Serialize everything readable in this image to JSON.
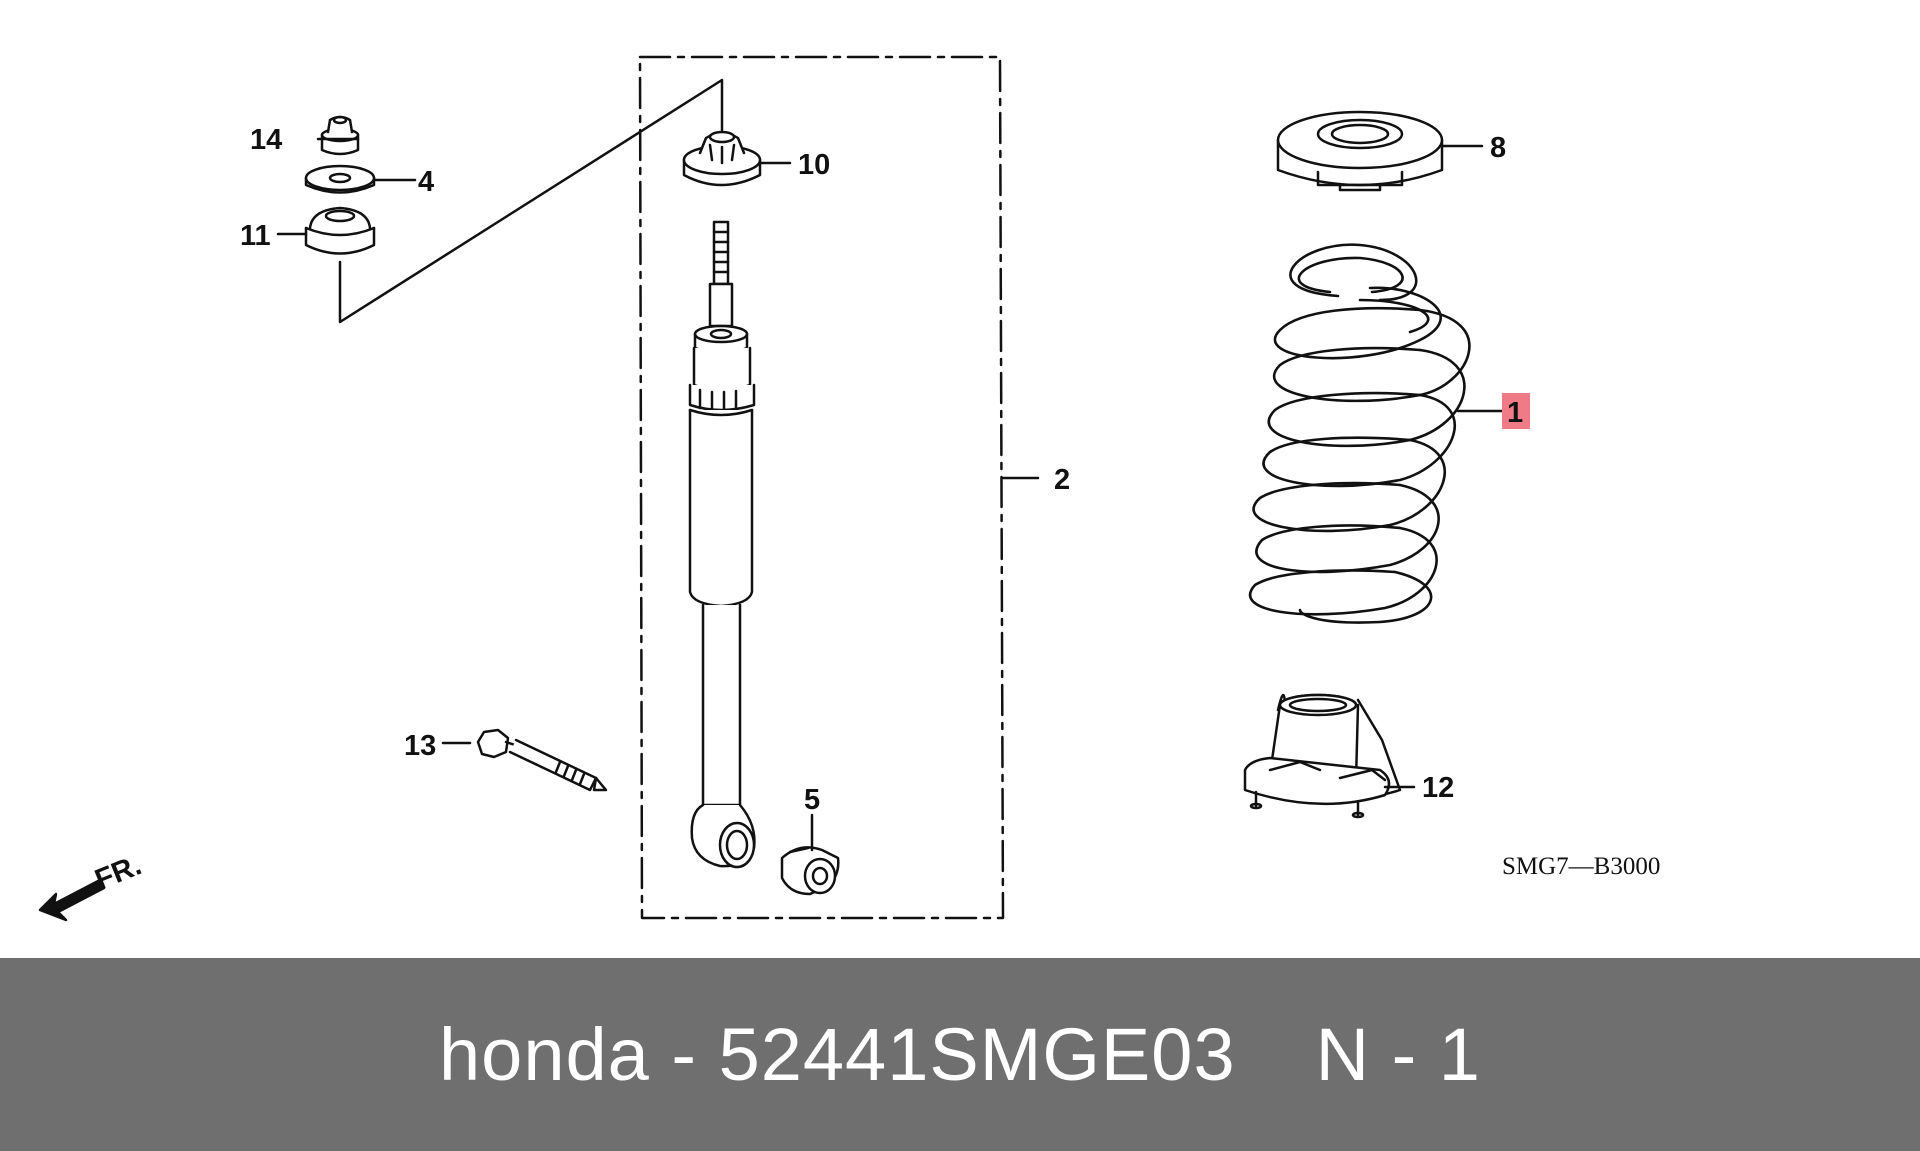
{
  "diagram": {
    "part_callouts": [
      {
        "id": "callout-1",
        "label": "1",
        "highlighted": true
      },
      {
        "id": "callout-2",
        "label": "2"
      },
      {
        "id": "callout-4",
        "label": "4"
      },
      {
        "id": "callout-5",
        "label": "5"
      },
      {
        "id": "callout-8",
        "label": "8"
      },
      {
        "id": "callout-10",
        "label": "10"
      },
      {
        "id": "callout-11",
        "label": "11"
      },
      {
        "id": "callout-12",
        "label": "12"
      },
      {
        "id": "callout-13",
        "label": "13"
      },
      {
        "id": "callout-14",
        "label": "14"
      }
    ],
    "direction_label": "FR.",
    "diagram_code": "SMG7—B3000",
    "highlight_color": "#ef7b86",
    "line_color": "#111111"
  },
  "footer": {
    "brand": "honda",
    "separator": "-",
    "part_number": "52441SMGE03",
    "position_label": "N - 1",
    "background_color": "#6f6f6f",
    "text_color": "#ffffff"
  }
}
